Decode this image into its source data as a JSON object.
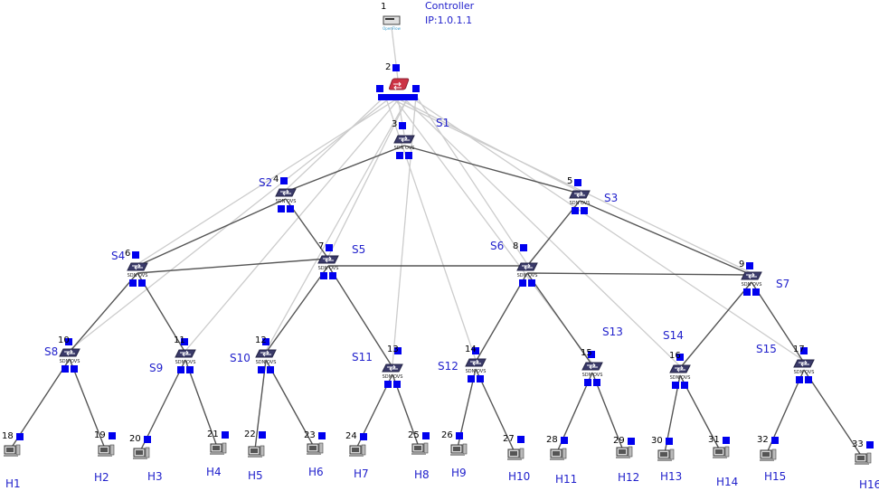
{
  "controller": {
    "id": "1",
    "title": "Controller",
    "ip": "IP:1.0.1.1",
    "logo_text": "OpenFlow"
  },
  "colors": {
    "port": "#0000ee",
    "label": "#2222cc",
    "link": "#555555",
    "control_link": "#cccccc",
    "switch_body": "#3a3a6a",
    "root_switch": "#cc3344"
  },
  "icon_names": {
    "switch": "sdn-ovs-switch-icon",
    "root": "root-switch-icon",
    "host": "host-computer-icon",
    "controller": "controller-server-icon"
  },
  "switch_sublabel": "SDN OVS",
  "root": {
    "id": "2"
  },
  "switches": [
    {
      "name": "S1",
      "num": "3"
    },
    {
      "name": "S2",
      "num": "4"
    },
    {
      "name": "S3",
      "num": "5"
    },
    {
      "name": "S4",
      "num": "6"
    },
    {
      "name": "S5",
      "num": "7"
    },
    {
      "name": "S6",
      "num": "8"
    },
    {
      "name": "S7",
      "num": "9"
    },
    {
      "name": "S8",
      "num": "10"
    },
    {
      "name": "S9",
      "num": "11"
    },
    {
      "name": "S10",
      "num": "12"
    },
    {
      "name": "S11",
      "num": "13"
    },
    {
      "name": "S12",
      "num": "14"
    },
    {
      "name": "S13",
      "num": "15"
    },
    {
      "name": "S14",
      "num": "16"
    },
    {
      "name": "S15",
      "num": "17"
    }
  ],
  "hosts": [
    {
      "name": "H1",
      "num": "18"
    },
    {
      "name": "H2",
      "num": "19"
    },
    {
      "name": "H3",
      "num": "20"
    },
    {
      "name": "H4",
      "num": "21"
    },
    {
      "name": "H5",
      "num": "22"
    },
    {
      "name": "H6",
      "num": "23"
    },
    {
      "name": "H7",
      "num": "24"
    },
    {
      "name": "H8",
      "num": "25"
    },
    {
      "name": "H9",
      "num": "26"
    },
    {
      "name": "H10",
      "num": "27"
    },
    {
      "name": "H11",
      "num": "28"
    },
    {
      "name": "H12",
      "num": "29"
    },
    {
      "name": "H13",
      "num": "30"
    },
    {
      "name": "H14",
      "num": "31"
    },
    {
      "name": "H15",
      "num": "32"
    },
    {
      "name": "H16",
      "num": "33"
    }
  ],
  "links": [
    [
      "S1",
      "S2"
    ],
    [
      "S1",
      "S3"
    ],
    [
      "S2",
      "S4"
    ],
    [
      "S2",
      "S5"
    ],
    [
      "S3",
      "S6"
    ],
    [
      "S3",
      "S7"
    ],
    [
      "S4",
      "S5"
    ],
    [
      "S5",
      "S6"
    ],
    [
      "S6",
      "S7"
    ],
    [
      "S4",
      "S8"
    ],
    [
      "S4",
      "S9"
    ],
    [
      "S5",
      "S10"
    ],
    [
      "S5",
      "S11"
    ],
    [
      "S6",
      "S12"
    ],
    [
      "S6",
      "S13"
    ],
    [
      "S7",
      "S14"
    ],
    [
      "S7",
      "S15"
    ],
    [
      "S8",
      "H1"
    ],
    [
      "S8",
      "H2"
    ],
    [
      "S9",
      "H3"
    ],
    [
      "S9",
      "H4"
    ],
    [
      "S10",
      "H5"
    ],
    [
      "S10",
      "H6"
    ],
    [
      "S11",
      "H7"
    ],
    [
      "S11",
      "H8"
    ],
    [
      "S12",
      "H9"
    ],
    [
      "S12",
      "H10"
    ],
    [
      "S13",
      "H11"
    ],
    [
      "S13",
      "H12"
    ],
    [
      "S14",
      "H13"
    ],
    [
      "S14",
      "H14"
    ],
    [
      "S15",
      "H15"
    ],
    [
      "S15",
      "H16"
    ]
  ]
}
